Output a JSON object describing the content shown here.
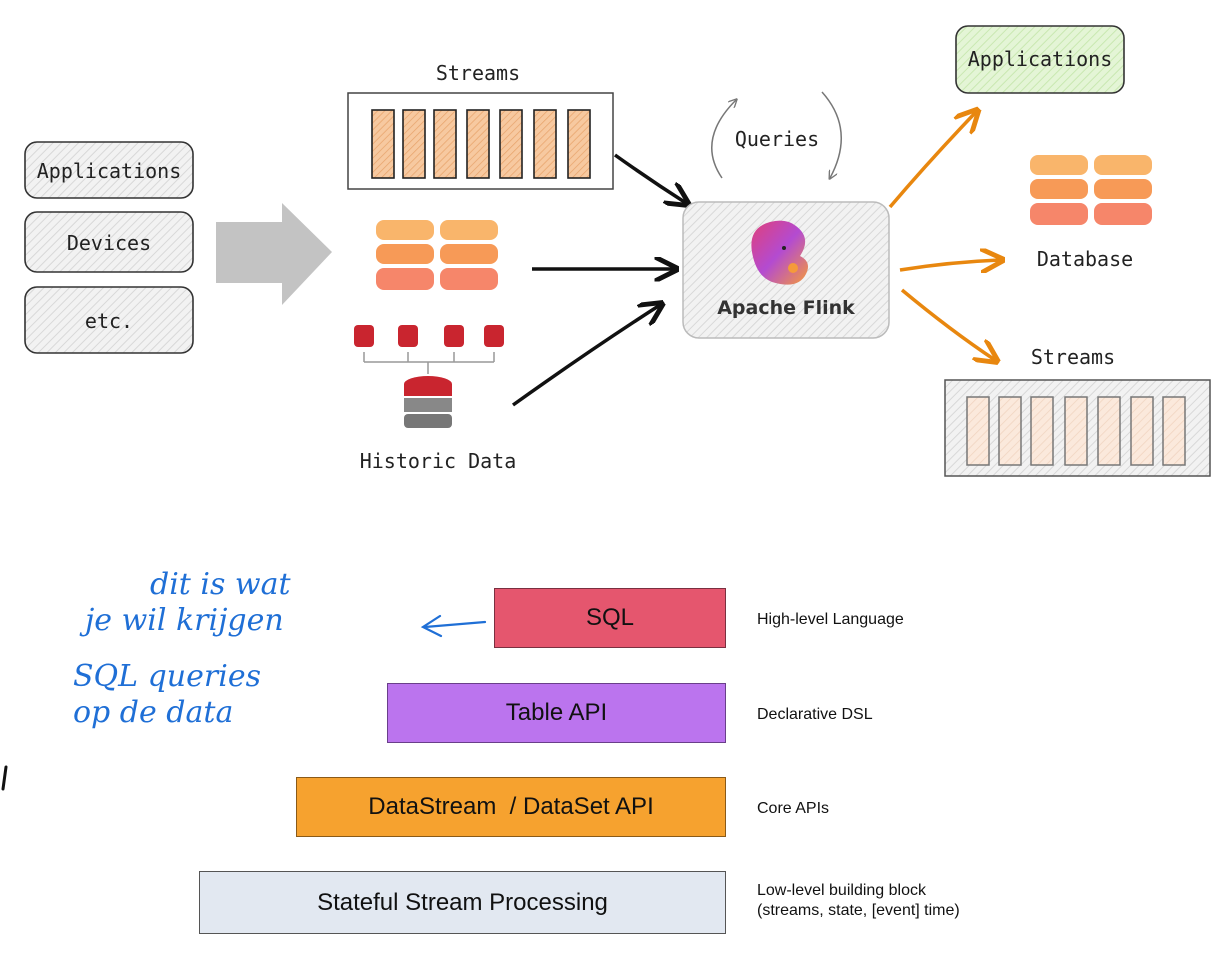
{
  "sources": {
    "applications": "Applications",
    "devices": "Devices",
    "etc": "etc."
  },
  "inputs": {
    "streams_label": "Streams",
    "historic_label": "Historic Data"
  },
  "engine": {
    "queries_label": "Queries",
    "name": "Apache Flink"
  },
  "outputs": {
    "applications": "Applications",
    "database": "Database",
    "streams": "Streams"
  },
  "stack": {
    "layers": [
      {
        "label": "SQL",
        "description": "High-level Language",
        "color": "#e5566e"
      },
      {
        "label": "Table API",
        "description": "Declarative DSL",
        "color": "#bb74ee"
      },
      {
        "label": "DataStream  / DataSet API",
        "description": "Core APIs",
        "color": "#f6a22f"
      },
      {
        "label": "Stateful Stream Processing",
        "description_line1": "Low-level building block",
        "description_line2": "(streams, state, [event] time)",
        "color": "#e2e8f1"
      }
    ]
  },
  "annotation": {
    "line1": "dit is wat",
    "line2": "je wil krijgen",
    "line3": "SQL queries",
    "line4": "op de data",
    "ink_color": "#1f6fd6"
  },
  "colors": {
    "flink_arrow": "#e8870f",
    "stream_fill": "#f4c49c",
    "db_orange": "#f6a05a",
    "db_red": "#c9252f",
    "app_green": "#d7f0c4"
  }
}
